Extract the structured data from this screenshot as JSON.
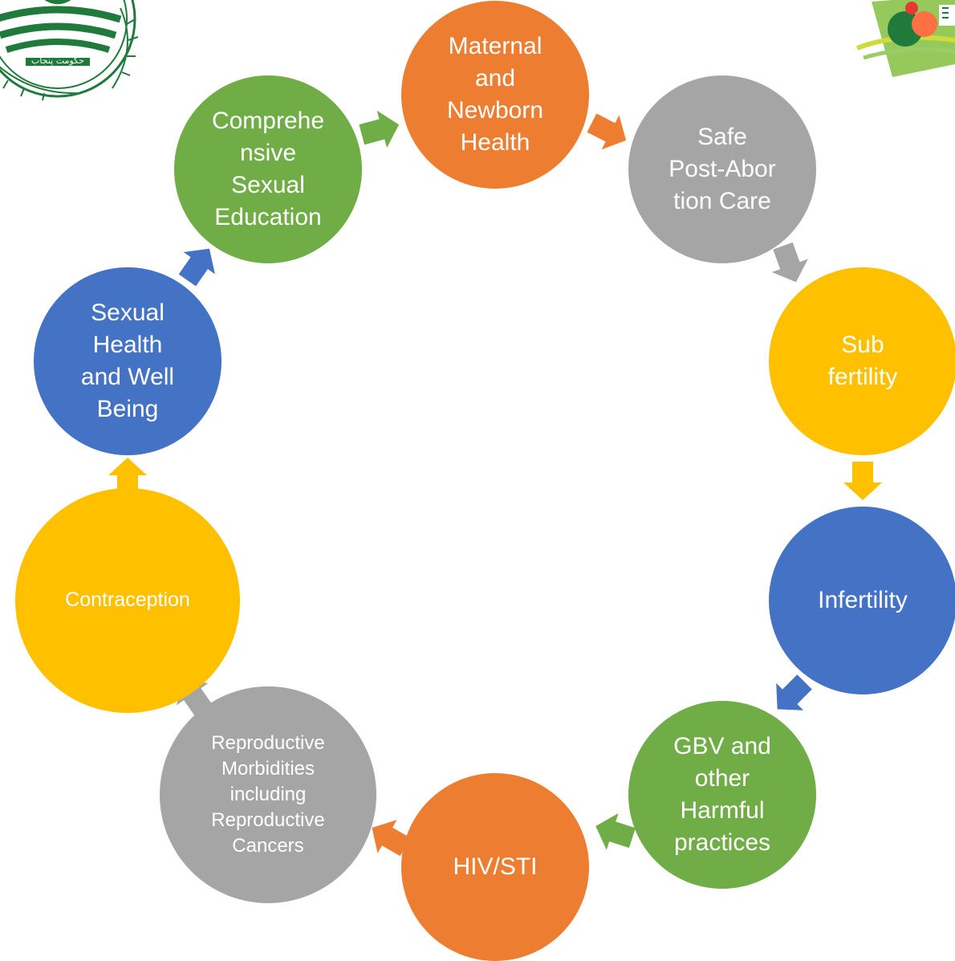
{
  "colors": {
    "orange": "#ED7D31",
    "gray": "#A5A5A5",
    "yellow": "#FFC000",
    "blue": "#4472C4",
    "green": "#70AD47",
    "punjab_green": "#1F7A3C",
    "logo_red": "#E53935"
  },
  "logos": {
    "left": {
      "icon": "government-of-punjab-seal-icon",
      "urdu_text": "حکومت پنجاب"
    },
    "right": {
      "icon": "health-program-logo-icon"
    }
  },
  "cycle": {
    "nodes": [
      {
        "id": "maternal-newborn-health",
        "label": "Maternal\nand\nNewborn\nHealth",
        "color": "orange"
      },
      {
        "id": "safe-post-abortion-care",
        "label": "Safe\nPost-Abor\ntion Care",
        "color": "gray"
      },
      {
        "id": "sub-fertility",
        "label": "Sub\nfertility",
        "color": "yellow"
      },
      {
        "id": "infertility",
        "label": "Infertility",
        "color": "blue"
      },
      {
        "id": "gbv-harmful-practices",
        "label": "GBV and\nother\nHarmful\npractices",
        "color": "green"
      },
      {
        "id": "hiv-sti",
        "label": "HIV/STI",
        "color": "orange"
      },
      {
        "id": "reproductive-morbidities",
        "label": "Reproductive\nMorbidities\nincluding\nReproductive\nCancers",
        "color": "gray"
      },
      {
        "id": "contraception",
        "label": "Contraception",
        "color": "yellow"
      },
      {
        "id": "sexual-health-well-being",
        "label": "Sexual\nHealth\nand Well\nBeing",
        "color": "blue"
      },
      {
        "id": "comprehensive-sexual-education",
        "label": "Comprehe\nnsive\nSexual\nEducation",
        "color": "green"
      }
    ],
    "arrows": [
      {
        "id": "arrow-maternal-to-safe",
        "color": "orange"
      },
      {
        "id": "arrow-safe-to-subfertility",
        "color": "gray"
      },
      {
        "id": "arrow-subfertility-to-infertility",
        "color": "yellow"
      },
      {
        "id": "arrow-infertility-to-gbv",
        "color": "blue"
      },
      {
        "id": "arrow-gbv-to-hiv",
        "color": "green"
      },
      {
        "id": "arrow-hiv-to-morbidities",
        "color": "orange"
      },
      {
        "id": "arrow-morbidities-to-contraception",
        "color": "gray"
      },
      {
        "id": "arrow-contraception-to-sexual-health",
        "color": "yellow"
      },
      {
        "id": "arrow-sexual-health-to-cse",
        "color": "blue"
      },
      {
        "id": "arrow-cse-to-maternal",
        "color": "green"
      }
    ]
  }
}
